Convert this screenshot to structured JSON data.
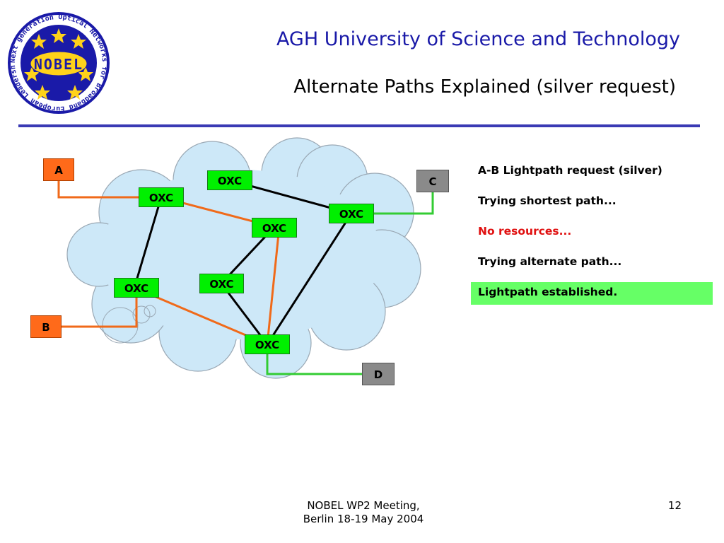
{
  "header": {
    "university": "AGH University of Science and Technology",
    "slide_title": "Alternate Paths Explained (silver request)"
  },
  "logo": {
    "ring_text": "Next generation Optical Networks for Broadband European Leadership",
    "center_text": "NOBEL",
    "colors": {
      "ring": "#1a1aa8",
      "center": "#ffd21a"
    }
  },
  "diagram": {
    "oxc_label": "OXC",
    "nodes": [
      {
        "id": "oxc-top",
        "label": "OXC"
      },
      {
        "id": "oxc-left-top",
        "label": "OXC"
      },
      {
        "id": "oxc-right",
        "label": "OXC"
      },
      {
        "id": "oxc-center",
        "label": "OXC"
      },
      {
        "id": "oxc-mid",
        "label": "OXC"
      },
      {
        "id": "oxc-left-bottom",
        "label": "OXC"
      },
      {
        "id": "oxc-bottom",
        "label": "OXC"
      }
    ],
    "endpoints": {
      "a": "A",
      "b": "B",
      "c": "C",
      "d": "D"
    },
    "colors": {
      "cloud": "#cde8f8",
      "oxc": "#00f000",
      "path_alternate": "#f06a1a",
      "path_access": "#33cc33",
      "link": "#000000"
    }
  },
  "steps": [
    {
      "text": "A-B Lightpath request (silver)"
    },
    {
      "text": "Trying shortest path..."
    },
    {
      "text": "No resources..."
    },
    {
      "text": "Trying alternate path..."
    },
    {
      "text": "Lightpath established."
    }
  ],
  "footer": {
    "line1": "NOBEL WP2 Meeting,",
    "line2": "Berlin 18-19 May 2004",
    "page": "12"
  }
}
